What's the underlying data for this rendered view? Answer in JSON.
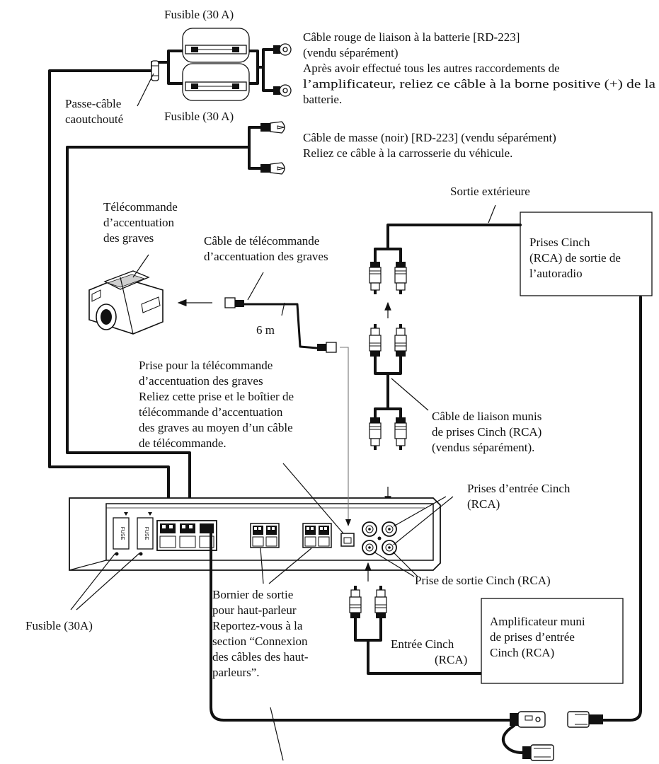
{
  "labels": {
    "fuse_top": "Fusible (30 A)",
    "fuse_bottom": "Fusible (30 A)",
    "grommet_1": "Passe-câble",
    "grommet_2": "caoutchouté",
    "red_cable_1": "Câble rouge de liaison à la batterie [RD-223]",
    "red_cable_2": "(vendu séparément)",
    "red_cable_3": "Après avoir effectué tous les autres raccordements de",
    "red_cable_4": "l’amplificateur, reliez ce câble à la borne positive (+) de la",
    "red_cable_5": "batterie.",
    "ground_1": "Câble de masse (noir) [RD-223] (vendu séparément)",
    "ground_2": "Reliez ce câble à la carrosserie du véhicule.",
    "external_out": "Sortie extérieure",
    "headunit_1": "Prises Cinch",
    "headunit_2": "(RCA) de sortie de",
    "headunit_3": "l’autoradio",
    "remote_1": "Télécommande",
    "remote_2": "d’accentuation",
    "remote_3": "des graves",
    "remote_cable_1": "Câble de télécommande",
    "remote_cable_2": "d’accentuation des graves",
    "length": "6 m",
    "jack_1": "Prise pour la télécommande",
    "jack_2": "d’accentuation des graves",
    "jack_3": "Reliez cette prise et le boîtier de",
    "jack_4": "télécommande d’accentuation",
    "jack_5": "des graves au moyen d’un câble",
    "jack_6": "de télécommande.",
    "rca_cable_1": "Câble de liaison munis",
    "rca_cable_2": "de prises Cinch (RCA)",
    "rca_cable_3": "(vendus séparément).",
    "rca_in_1": "Prises d’entrée Cinch",
    "rca_in_2": "(RCA)",
    "rca_out": "Prise de sortie Cinch (RCA)",
    "speaker_1": "Bornier de sortie",
    "speaker_2": "pour haut-parleur",
    "speaker_3": "Reportez-vous à la",
    "speaker_4": "section “Connexion",
    "speaker_5": "des câbles des haut-",
    "speaker_6": "parleurs”.",
    "fuse_30a": "Fusible (30A)",
    "amp_1": "Amplificateur muni",
    "amp_2": "de prises d’entrée",
    "amp_3": "Cinch (RCA)",
    "cinch_in_1": "Entrée Cinch",
    "cinch_in_2": "(RCA)",
    "fuse_text": "FUSE"
  }
}
